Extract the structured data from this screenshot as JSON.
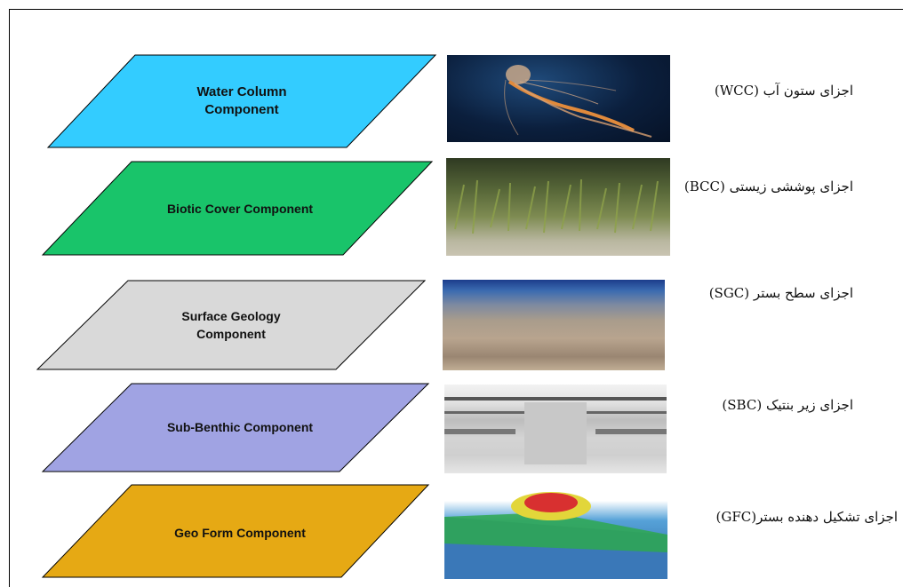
{
  "layers": [
    {
      "label": "Water Column Component",
      "label_lines": [
        "Water Column",
        "Component"
      ],
      "fill": "#33ccff",
      "fa_label": "اجزای ستون آب (WCC)"
    },
    {
      "label": "Biotic Cover Component",
      "label_lines": [
        "Biotic Cover Component"
      ],
      "fill": "#19c46a",
      "fa_label": "اجزای پوششی زیستی (BCC)"
    },
    {
      "label": "Surface Geology Component",
      "label_lines": [
        "Surface Geology",
        "Component"
      ],
      "fill": "#d9d9d9",
      "fa_label": "اجزای سطح بستر (SGC)"
    },
    {
      "label": "Sub-Benthic Component",
      "label_lines": [
        "Sub-Benthic Component"
      ],
      "fill": "#a0a3e3",
      "fa_label": "اجزای زیر بنتیک (SBC)"
    },
    {
      "label": "Geo Form Component",
      "label_lines": [
        "Geo Form Component"
      ],
      "fill": "#e6a914",
      "fa_label": "اجزای تشکیل دهنده بستر(GFC)"
    }
  ],
  "images": [
    {
      "name": "jellyfish-photo"
    },
    {
      "name": "seagrass-photo"
    },
    {
      "name": "seabed-sediment-photo"
    },
    {
      "name": "sub-bottom-profile-image"
    },
    {
      "name": "bathymetry-3d-model"
    }
  ]
}
